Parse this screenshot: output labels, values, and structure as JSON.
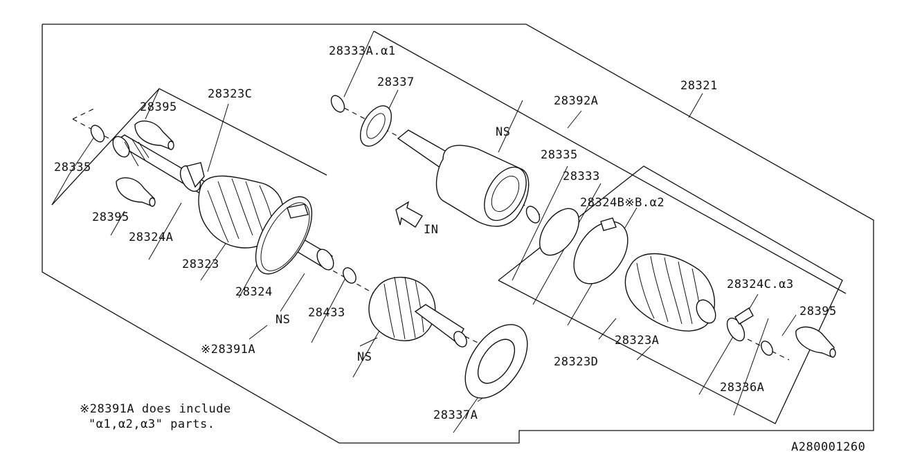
{
  "labels": {
    "p28333A": "28333A.α1",
    "p28337": "28337",
    "p28321": "28321",
    "p28392A": "28392A",
    "p28323C": "28323C",
    "p28395_top": "28395",
    "p28335_left": "28335",
    "p28395_mid": "28395",
    "p28324A": "28324A",
    "p28323": "28323",
    "p28324": "28324",
    "ns_1": "NS",
    "ns_2": "NS",
    "ns_3": "NS",
    "p28433": "28433",
    "p28391A": "※28391A",
    "p28335_mid": "28335",
    "p28333": "28333",
    "p28324B": "28324B※B.α2",
    "p28324C": "28324C.α3",
    "p28395_right": "28395",
    "p28323A": "28323A",
    "p28323D": "28323D",
    "p28336A": "28336A",
    "p28337A": "28337A",
    "in_arrow": "IN"
  },
  "note": {
    "line1": "※28391A does include",
    "line2": "\"α1,α2,α3\" parts."
  },
  "drawing_number": "A280001260"
}
